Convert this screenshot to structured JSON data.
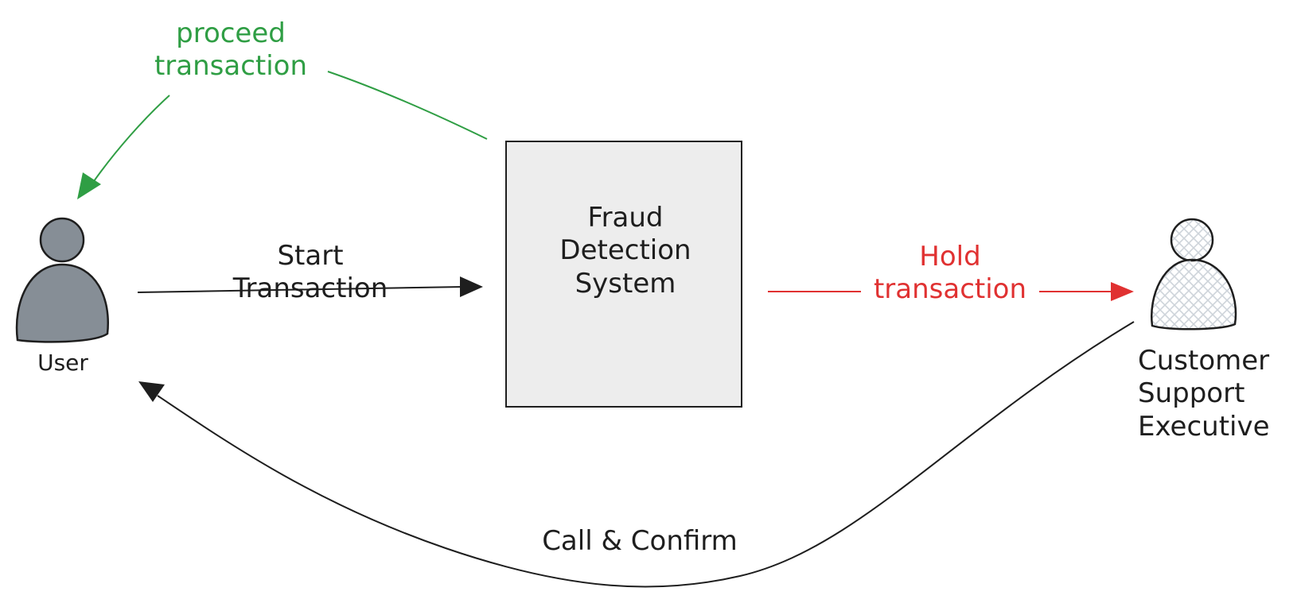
{
  "diagram": {
    "title": "",
    "nodes": {
      "user": {
        "label": "User"
      },
      "fraud_detection_system": {
        "lines": [
          "Fraud",
          "Detection",
          "System"
        ]
      },
      "customer_support_executive": {
        "lines": [
          "Customer",
          "Support",
          "Executive"
        ]
      }
    },
    "edges": {
      "start_transaction": {
        "lines": [
          "Start",
          "Transaction"
        ],
        "from": "User",
        "to": "Fraud Detection System"
      },
      "hold_transaction": {
        "lines": [
          "Hold",
          "transaction"
        ],
        "from": "Fraud Detection System",
        "to": "Customer Support Executive"
      },
      "proceed_transaction": {
        "lines": [
          "proceed",
          "transaction"
        ],
        "from": "Fraud Detection System",
        "to": "User"
      },
      "call_confirm": {
        "label": "Call & Confirm",
        "from": "Customer Support Executive",
        "to": "User"
      }
    },
    "colors": {
      "ink": "#1e1e1e",
      "green": "#2f9e44",
      "red": "#e03131",
      "box_fill": "#ededed",
      "user_fill": "#868e96",
      "hatch": "#ced4da"
    },
    "icons": {
      "user": "person-icon",
      "customer_support_executive": "person-icon-hatched"
    }
  }
}
